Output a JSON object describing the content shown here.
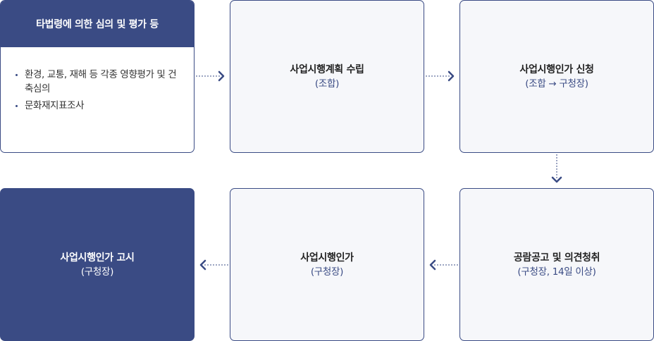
{
  "first_box": {
    "header": "타법령에 의한 심의 및 평가 등",
    "items": [
      "환경, 교통, 재해 등 각종 영향평가 및 건축심의",
      "문화재지표조사"
    ]
  },
  "steps": [
    {
      "title": "사업시행계획 수립",
      "sub": "(조합)"
    },
    {
      "title": "사업시행인가 신청",
      "sub": "(조합 → 구청장)"
    },
    {
      "title": "공람공고 및 의견청취",
      "sub": "(구청장, 14일 이상)"
    },
    {
      "title": "사업시행인가",
      "sub": "(구청장)"
    },
    {
      "title": "사업시행인가 고시",
      "sub": "(구청장)"
    }
  ],
  "colors": {
    "accent": "#3a4b84",
    "box_bg": "#f6f7fa"
  }
}
